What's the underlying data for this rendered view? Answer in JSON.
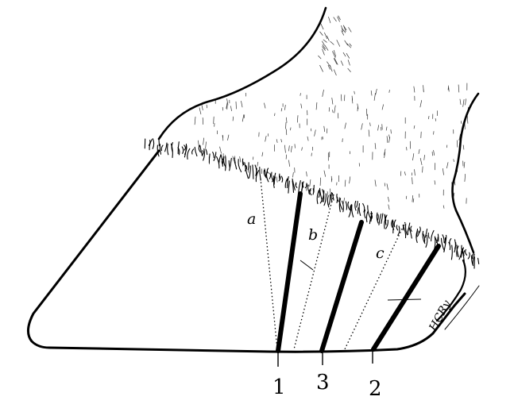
{
  "figure": {
    "kind": "line drawing of a hoof, lateral view, with three numbered lines and three lettered dotted lines",
    "ink_color": "#000000",
    "paper_color": "#ffffff"
  },
  "numbered_lines": [
    {
      "id": "1",
      "label": "1"
    },
    {
      "id": "3",
      "label": "3"
    },
    {
      "id": "2",
      "label": "2"
    }
  ],
  "lettered_lines": [
    {
      "id": "a",
      "label": "a"
    },
    {
      "id": "b",
      "label": "b"
    },
    {
      "id": "c",
      "label": "c"
    }
  ],
  "signature": {
    "text": "HCRy"
  }
}
